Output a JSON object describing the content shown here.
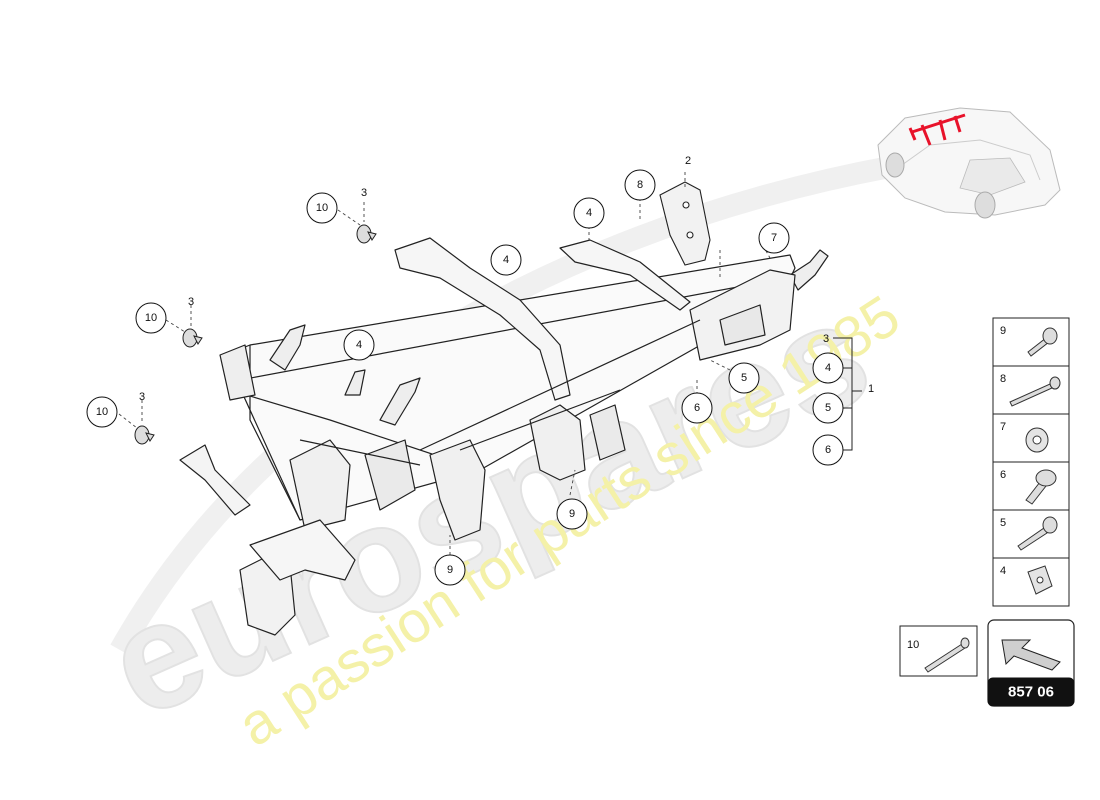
{
  "watermark": {
    "brand": "eurospares",
    "tagline": "a passion for parts since 1985"
  },
  "callouts": [
    {
      "id": "c10a",
      "label": "10"
    },
    {
      "id": "c10b",
      "label": "10"
    },
    {
      "id": "c10c",
      "label": "10"
    },
    {
      "id": "c3a",
      "label": "3"
    },
    {
      "id": "c3b",
      "label": "3"
    },
    {
      "id": "c3c",
      "label": "3"
    },
    {
      "id": "c4a",
      "label": "4"
    },
    {
      "id": "c4b",
      "label": "4"
    },
    {
      "id": "c4c",
      "label": "4"
    },
    {
      "id": "c8",
      "label": "8"
    },
    {
      "id": "c2",
      "label": "2"
    },
    {
      "id": "c7",
      "label": "7"
    },
    {
      "id": "c5",
      "label": "5"
    },
    {
      "id": "c6",
      "label": "6"
    },
    {
      "id": "c9a",
      "label": "9"
    },
    {
      "id": "c9b",
      "label": "9"
    }
  ],
  "group": {
    "parent_label": "1",
    "sub_label": "3",
    "members": [
      "4",
      "5",
      "6"
    ]
  },
  "legend": {
    "items": [
      {
        "num": "9",
        "part": "flange-bolt"
      },
      {
        "num": "8",
        "part": "long-bolt"
      },
      {
        "num": "7",
        "part": "nut"
      },
      {
        "num": "6",
        "part": "flange-screw"
      },
      {
        "num": "5",
        "part": "screw"
      },
      {
        "num": "4",
        "part": "clip-nut"
      }
    ],
    "extra": {
      "num": "10",
      "part": "long-stud"
    }
  },
  "reference": {
    "code": "857 06"
  },
  "colors": {
    "highlight": "#e8122a",
    "watermark_brand": "#e9e9e9",
    "watermark_tagline": "#f2ef9a",
    "ref_box": "#111111"
  }
}
